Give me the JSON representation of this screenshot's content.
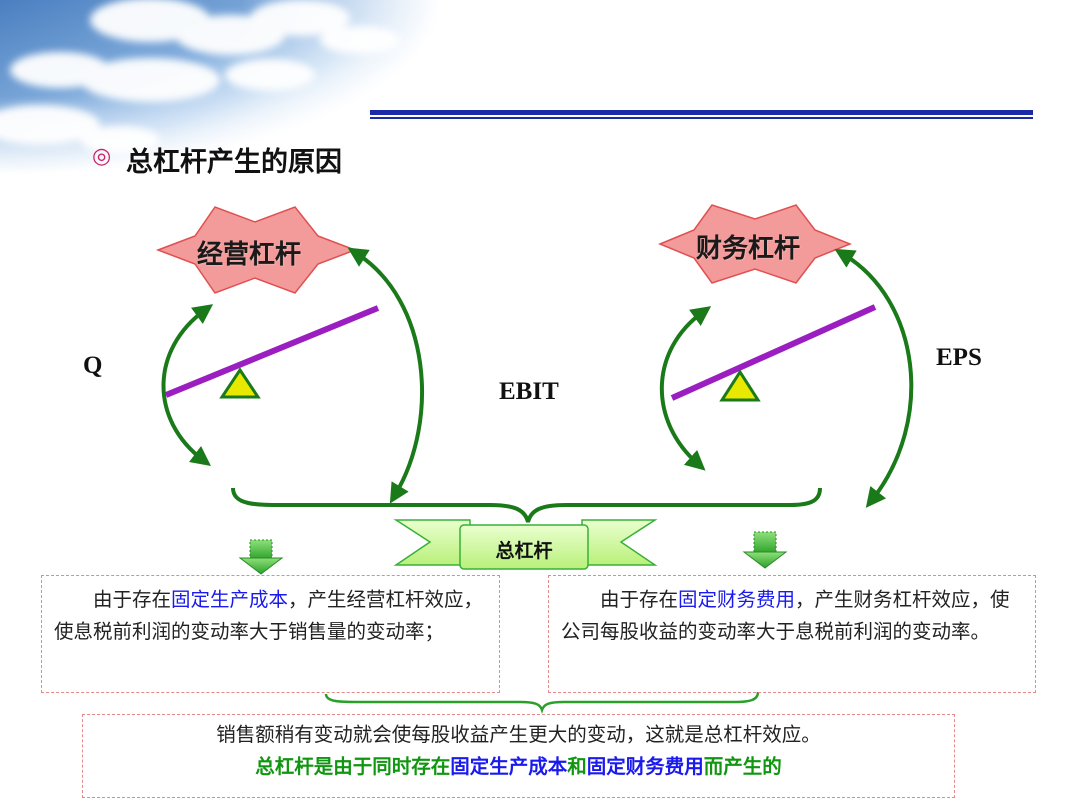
{
  "title": {
    "bullet": "◎",
    "text": "总杠杆产生的原因"
  },
  "badges": {
    "operating": "经营杠杆",
    "financial": "财务杠杆"
  },
  "variables": {
    "q": "Q",
    "ebit": "EBIT",
    "eps": "EPS"
  },
  "ribbon": {
    "label": "总杠杆"
  },
  "left_box": {
    "t1": "由于存在",
    "hl": "固定生产成本",
    "t2": "，产生经营杠杆效应，使息税前利润的变动率大于销售量的变动率；"
  },
  "right_box": {
    "t1": "由于存在",
    "hl": "固定财务费用",
    "t2": "，产生财务杠杆效应，使公司每股收益的变动率大于息税前利润的变动率。"
  },
  "bottom_box": {
    "line1": "销售额稍有变动就会使每股收益产生更大的变动，这就是总杠杆效应。",
    "l2a": "总杠杆是由于同时存在",
    "l2b": "固定生产成本",
    "l2c": "和",
    "l2d": "固定财务费用",
    "l2e": "而产生的"
  },
  "colors": {
    "arrow_green": "#1a7a1a",
    "lever_purple": "#9b1fc0",
    "fulcrum_yellow": "#e8e800",
    "badge_pink": "#f28a8a",
    "header_blue": "#1a2aa8",
    "highlight_blue": "#1a1aee",
    "highlight_green": "#109610",
    "box_border": "#e58a8a"
  }
}
